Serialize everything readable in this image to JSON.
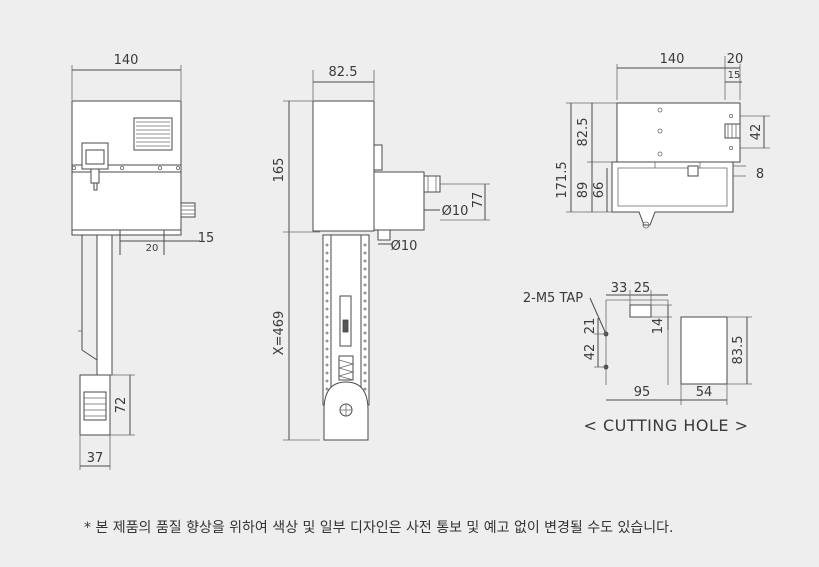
{
  "side_view": {
    "dim_width": "140",
    "dim_20": "20",
    "dim_15": "15",
    "dim_72": "72",
    "dim_37": "37"
  },
  "front_view": {
    "dim_width": "82.5",
    "dim_height": "165",
    "dim_length": "X=469",
    "dim_77": "77",
    "dim_dia_upper": "Ø10",
    "dim_dia_lower": "Ø10"
  },
  "top_view": {
    "dim_width": "140",
    "dim_20": "20",
    "dim_15": "15",
    "dim_42": "42",
    "dim_82_5": "82.5",
    "dim_171_5": "171.5",
    "dim_89": "89",
    "dim_66": "66",
    "dim_8": "8"
  },
  "cutting_hole": {
    "tap_label": "2-M5 TAP",
    "dim_33": "33",
    "dim_25": "25",
    "dim_14": "14",
    "dim_21": "21",
    "dim_42": "42",
    "dim_95": "95",
    "dim_54": "54",
    "dim_83_5": "83.5",
    "caption": "< CUTTING HOLE >"
  },
  "footnote": "* 본 제품의 품질 향상을 위하여 색상 및 일부 디자인은 사전 통보 및 예고 없이 변경될 수도 있습니다."
}
